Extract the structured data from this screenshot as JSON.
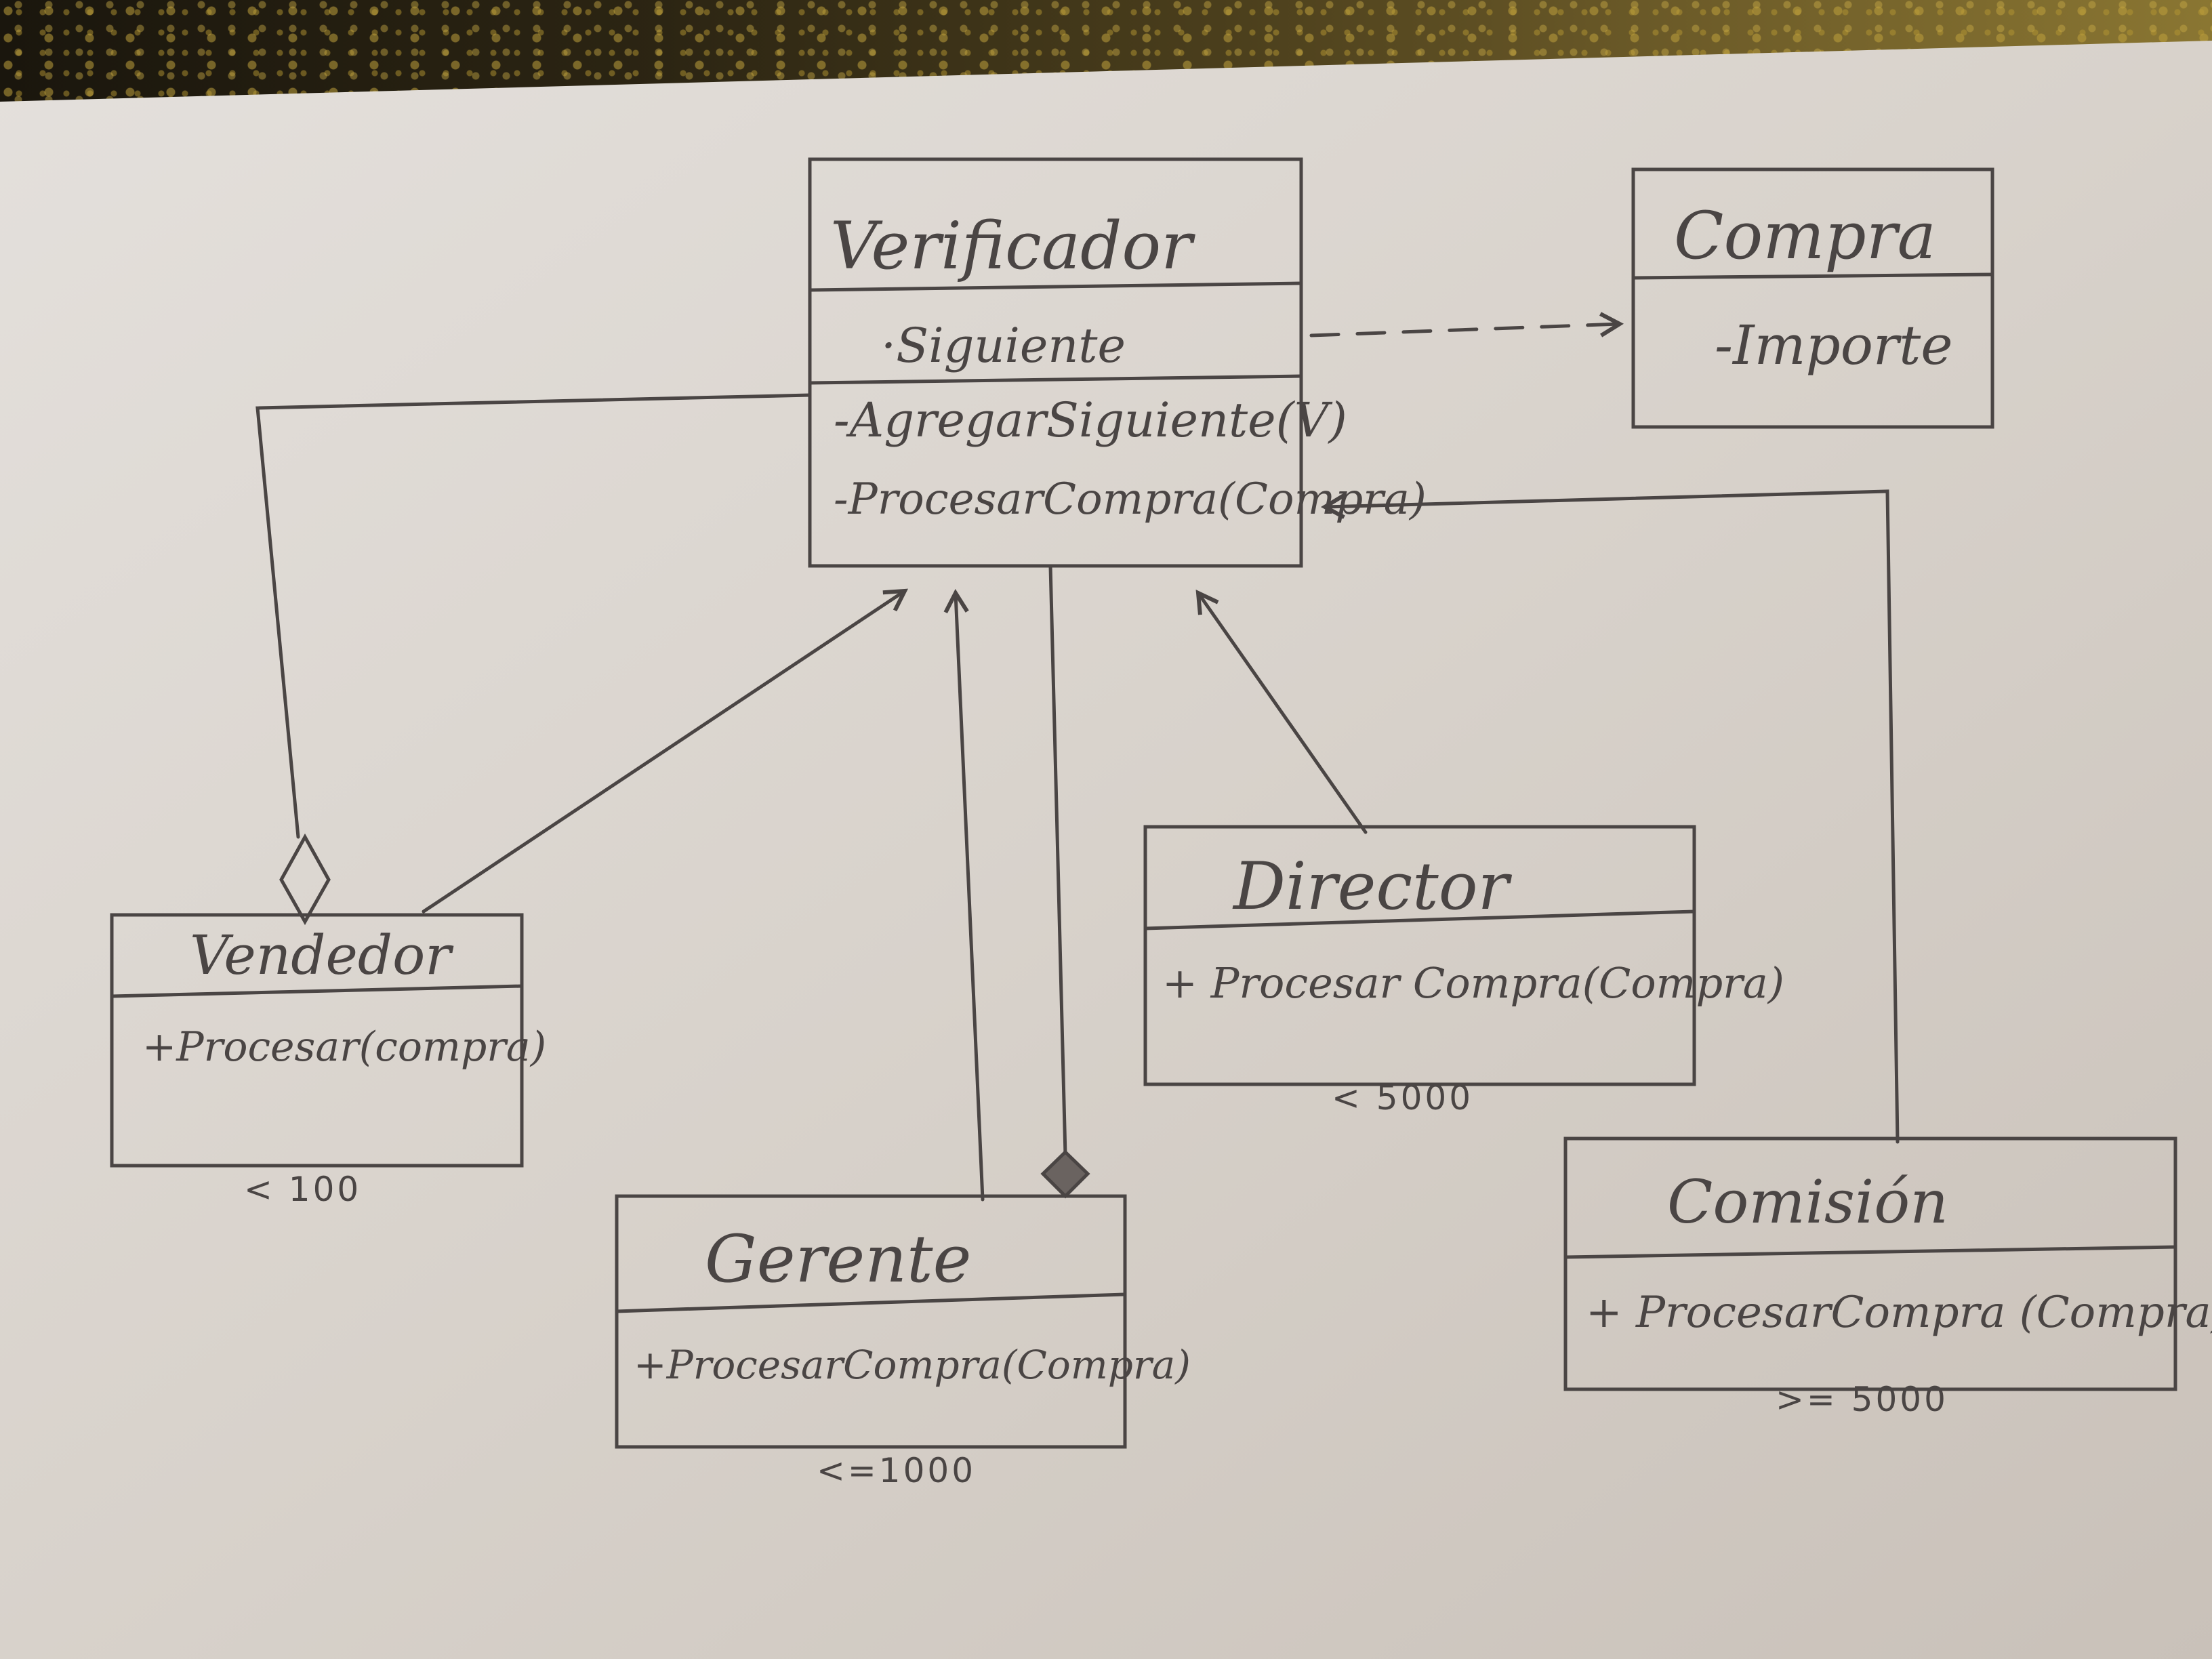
{
  "diagram": {
    "classes": [
      {
        "id": "verificador",
        "name": "Verificador",
        "attributes": [
          "·Siguiente"
        ],
        "methods": [
          "-AgregarSiguiente(V)",
          "-ProcesarCompra(Compra)"
        ]
      },
      {
        "id": "compra",
        "name": "Compra",
        "attributes": [
          "-Importe"
        ],
        "methods": []
      },
      {
        "id": "vendedor",
        "name": "Vendedor",
        "attributes": [],
        "methods": [
          "+Procesar(compra)"
        ],
        "constraint": "< 100"
      },
      {
        "id": "gerente",
        "name": "Gerente",
        "attributes": [],
        "methods": [
          "+ProcesarCompra(Compra)"
        ],
        "constraint": "<=1000"
      },
      {
        "id": "director",
        "name": "Director",
        "attributes": [],
        "methods": [
          "+ Procesar Compra(Compra)"
        ],
        "constraint": "< 5000"
      },
      {
        "id": "comision",
        "name": "Comisión",
        "attributes": [],
        "methods": [
          "+ ProcesarCompra (Compra)"
        ],
        "constraint": ">= 5000"
      }
    ],
    "relations": [
      {
        "from": "verificador",
        "to": "compra",
        "type": "dependency"
      },
      {
        "from": "vendedor",
        "to": "verificador",
        "type": "inheritance"
      },
      {
        "from": "gerente",
        "to": "verificador",
        "type": "inheritance"
      },
      {
        "from": "director",
        "to": "verificador",
        "type": "inheritance"
      },
      {
        "from": "comision",
        "to": "verificador",
        "type": "inheritance"
      },
      {
        "from": "vendedor",
        "to": "verificador",
        "type": "aggregation"
      },
      {
        "from": "gerente",
        "to": "verificador",
        "type": "aggregation"
      }
    ]
  },
  "colors": {
    "paper": "#d9d3cc",
    "ink": "#4a4544"
  }
}
